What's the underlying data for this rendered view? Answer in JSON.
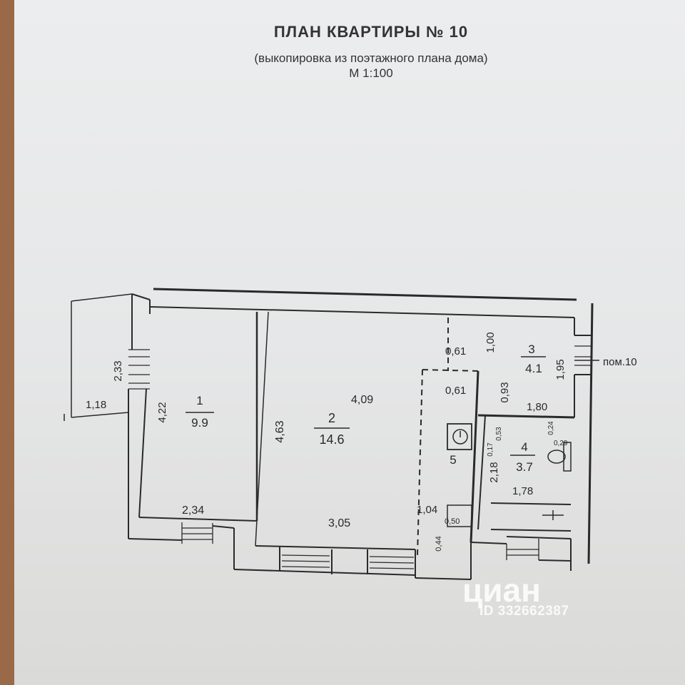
{
  "header": {
    "title": "ПЛАН КВАРТИРЫ № 10",
    "subtitle": "(выкопировка из поэтажного плана дома)",
    "scale": "М 1:100"
  },
  "rooms": [
    {
      "number": "1",
      "area": "9.9"
    },
    {
      "number": "2",
      "area": "14.6"
    },
    {
      "number": "3",
      "area": "4.1"
    },
    {
      "number": "4",
      "area": "3.7"
    },
    {
      "number": "5"
    }
  ],
  "dimensions": {
    "balcony_h": "2,33",
    "balcony_w": "1,18",
    "r1_h": "4,22",
    "r1_w": "2,34",
    "r2_h": "4,63",
    "r2_top": "4,09",
    "r2_bottom": "3,05",
    "k_a": "0,61",
    "k_b": "0,61",
    "k_c": "1,04",
    "k_d": "0,50",
    "k_e": "0,44",
    "r3_v1": "1,00",
    "r3_v2": "0,93",
    "r3_v3": "1,95",
    "r3_w": "1,80",
    "r4_h": "2,18",
    "r4_w": "1,78",
    "r4_a": "0,53",
    "r4_b": "0,17",
    "r4_c": "0,24",
    "r4_d": "0,29"
  },
  "neighbor_label": "пом.10",
  "watermark": {
    "logo": "циан",
    "id": "ID 332662387"
  }
}
